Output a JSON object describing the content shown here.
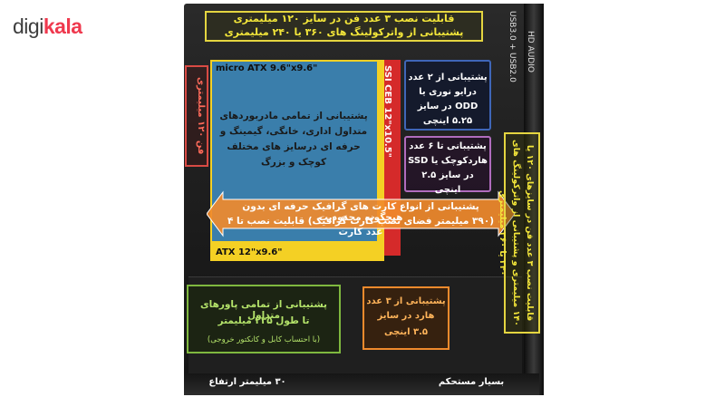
{
  "logo": {
    "part1": "digi",
    "part2": "kala"
  },
  "top_fans": {
    "line1": "قابلیت نصب ۳ عدد فن در سایز ۱۲۰ میلیمتری",
    "line2": "پشتیبانی از واترکولینگ های ۳۶۰ یا ۲۴۰ میلیمتری"
  },
  "rear_fan": {
    "label": "فن ۱۲۰ میلیمتری"
  },
  "motherboard": {
    "micro_atx": "micro ATX 9.6\"x9.6\"",
    "atx": "ATX 12\"x9.6\"",
    "ssi_ceb": "SSI CEB 12\"x10.5\"",
    "text": "پشتیبانی از تمامی مادربوردهای متداول اداری، خانگی، گیمینگ و حرفه ای درسایز های مختلف کوچک و بزرگ"
  },
  "odd": {
    "text": "پشتیبانی از ۲ عدد درایو نوری یا ODD در سایز ۵.۲۵ اینچی"
  },
  "ssd": {
    "text": "پشتیبانی تا ۶ عدد هاردکوچک یا SSD در سایز ۲.۵ اینچی"
  },
  "gpu": {
    "line1": "پشتیبانی از انواع کارت های گرافیک حرفه ای بدون هیچگونه محدودیت",
    "line2": "(۳۹۰ میلیمتر فضای نصب کارت گرافیک) قابلیت نصب تا ۴ عدد کارت"
  },
  "psu": {
    "line1": "پشتیبانی از تمامی پاورهای متداول",
    "line2": "تا طول ۲۳۵ میلیمتر",
    "line3": "(با احتساب کابل و کانکتور خروجی)"
  },
  "hdd": {
    "line1": "پشتیبانی از ۳ عدد",
    "line2": "هارد در سایز",
    "line3": "۳.۵ اینچی"
  },
  "front_io": {
    "label": "USB3.0 + USB2.0",
    "audio": "HD AUDIO"
  },
  "front_fans": {
    "text": "قابلیت نصب ۳ عدد فن در سایزهای ۱۲۰ یا ۱۴۰ میلیمتری و پشتیبانی از واترکولینگ های ۲۴۰ یا ۳۶۰ میلیمتری"
  },
  "bottom": {
    "left": "۳۰ میلیمتر ارتفاع",
    "right": "بسیار مستحکم"
  }
}
